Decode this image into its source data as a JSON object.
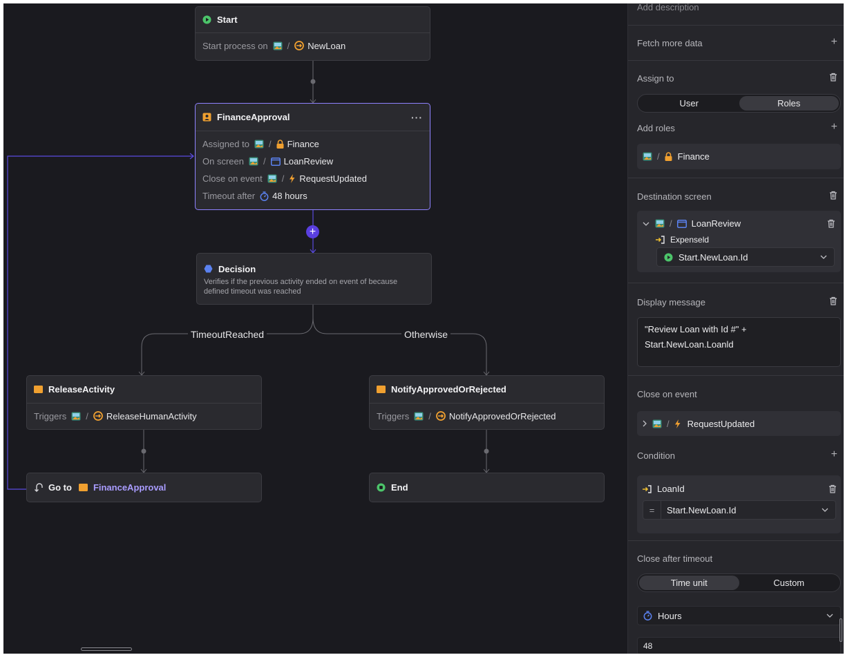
{
  "canvas": {
    "start": {
      "title": "Start",
      "label": "Start process on",
      "value": "NewLoan"
    },
    "finance": {
      "title": "FinanceApproval",
      "more": "···",
      "rows": [
        {
          "label": "Assigned to",
          "value": "Finance"
        },
        {
          "label": "On screen",
          "value": "LoanReview"
        },
        {
          "label": "Close on event",
          "value": "RequestUpdated"
        },
        {
          "label": "Timeout after",
          "value": "48 hours"
        }
      ]
    },
    "decision": {
      "title": "Decision",
      "description": "Verifies if the previous activity ended on event of because defined timeout was reached"
    },
    "edges": {
      "left": "TimeoutReached",
      "right": "Otherwise"
    },
    "release": {
      "title": "ReleaseActivity",
      "label": "Triggers",
      "value": "ReleaseHumanActivity"
    },
    "notify": {
      "title": "NotifyApprovedOrRejected",
      "label": "Triggers",
      "value": "NotifyApprovedOrRejected"
    },
    "goto": {
      "label": "Go to",
      "target": "FinanceApproval"
    },
    "end": {
      "title": "End"
    }
  },
  "panel": {
    "add_description": "Add description",
    "fetch_more": "Fetch more data",
    "assign_to": {
      "title": "Assign to",
      "options": [
        "User",
        "Roles"
      ],
      "selected": "Roles",
      "add_roles": "Add roles",
      "role": "Finance"
    },
    "destination": {
      "title": "Destination screen",
      "screen": "LoanReview",
      "param": "Expenseld",
      "value": "Start.NewLoan.Id"
    },
    "display_message": {
      "title": "Display message",
      "line1": "\"Review Loan with Id #\" +",
      "line2": "Start.NewLoan.Loanld"
    },
    "close_event": {
      "title": "Close on event",
      "event": "RequestUpdated"
    },
    "condition": {
      "title": "Condition",
      "field": "LoanId",
      "operator": "=",
      "value": "Start.NewLoan.Id"
    },
    "timeout": {
      "title": "Close after timeout",
      "options": [
        "Time unit",
        "Custom"
      ],
      "selected": "Time unit",
      "unit": "Hours",
      "amount": "48"
    }
  },
  "colors": {
    "background": "#1a1a1f",
    "panel": "#26262b",
    "node": "#2a2a2f",
    "accent": "#8f82ff",
    "connector": "#5a4be0",
    "start_green": "#4cc46a",
    "activity_orange": "#f0a030",
    "decision_blue": "#5b82f0",
    "link_purple": "#a99cff"
  }
}
